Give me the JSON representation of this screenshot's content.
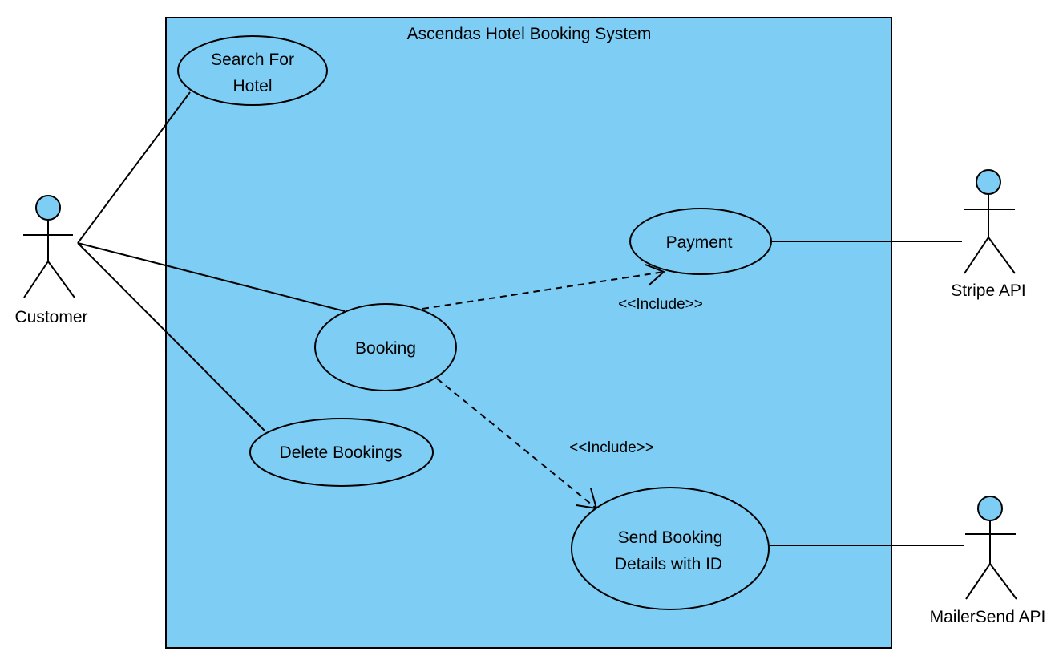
{
  "system": {
    "title": "Ascendas Hotel Booking System"
  },
  "actors": {
    "customer": "Customer",
    "stripe": "Stripe API",
    "mailersend": "MailerSend API"
  },
  "use_cases": {
    "search_line1": "Search For",
    "search_line2": "Hotel",
    "payment": "Payment",
    "booking": "Booking",
    "delete": "Delete Bookings",
    "send_line1": "Send Booking",
    "send_line2": "Details with ID"
  },
  "relations": {
    "include_payment": "<<Include>>",
    "include_send": "<<Include>>"
  },
  "colors": {
    "system_fill": "#7dcdf4",
    "outline": "#000000"
  }
}
